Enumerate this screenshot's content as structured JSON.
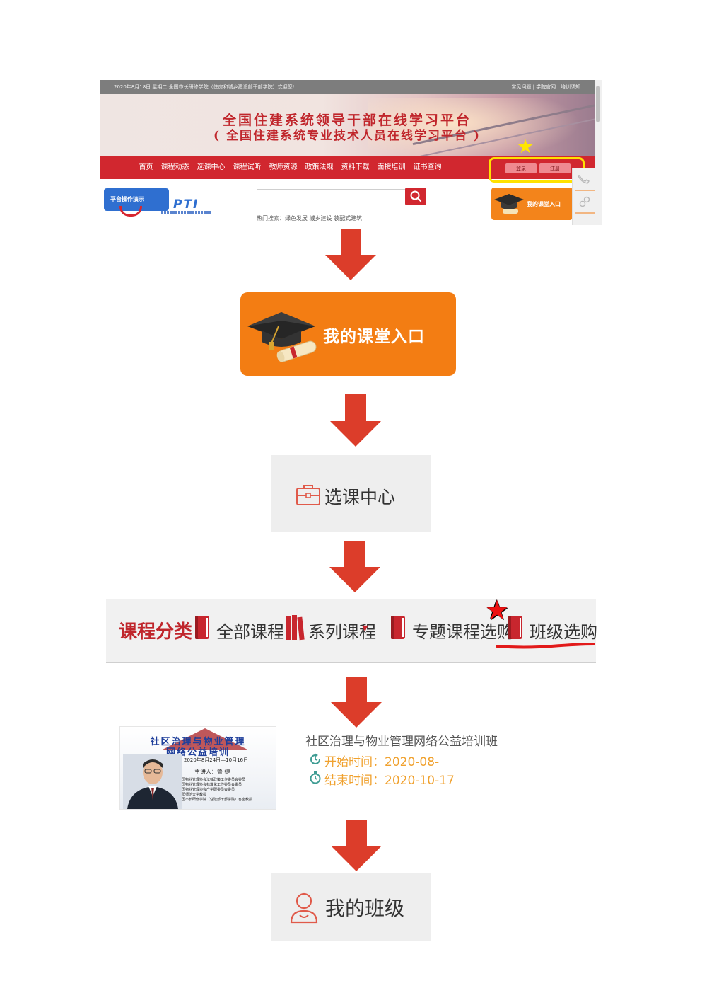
{
  "site": {
    "topbar": {
      "left_text": "2020年8月18日 星期二 全国市长研修学院（住房和城乡建设部干部学院）欢迎您!",
      "right_text": "常见问题 | 学院官网 | 培训须知"
    },
    "banner": {
      "title_line1": "全国住建系统领导干部在线学习平台",
      "title_line2": "( 全国住建系统专业技术人员在线学习平台 )"
    },
    "nav": {
      "items": [
        "首页",
        "课程动态",
        "选课中心",
        "课程试听",
        "教师资源",
        "政策法规",
        "资料下载",
        "面授培训",
        "证书查询"
      ],
      "login_label": "登录",
      "register_label": "注册"
    },
    "demo_button_label": "平台操作演示",
    "logo_text": "PTI",
    "search": {
      "placeholder": "",
      "hot_search": "热门搜索：绿色发展  城乡建设  装配式建筑"
    },
    "classroom_small_label": "我的课堂入口"
  },
  "classroom_entry_label": "我的课堂入口",
  "course_center_label": "选课中心",
  "category_bar": {
    "title": "课程分类",
    "items": [
      {
        "label": "全部课程"
      },
      {
        "label": "系列课程",
        "dropdown": "▼"
      },
      {
        "label": "专题课程选购"
      },
      {
        "label": "班级选购"
      }
    ]
  },
  "class_card": {
    "image": {
      "title_line1": "社区治理与物业管理",
      "title_line2": "网络公益培训",
      "date_range": "2020年8月24日—10月16日",
      "speaker": "主讲人：鲁 捷",
      "credentials": "中国物业管理协会法律政策工作委员会委员\n中国物业管理协会标准化工作委员会委员\n中国物业管理协会产学研委员会委员\n沈阳师范大学教授\n全国市长研修学院（住建部干部学院）客座教授"
    },
    "name": "社区治理与物业管理网络公益培训班",
    "start_label": "开始时间：",
    "start_value": "2020-08-",
    "end_label": "结束时间：",
    "end_value": "2020-10-17"
  },
  "my_class_label": "我的班级",
  "colors": {
    "nav_red": "#d1272f",
    "orange": "#f37d13",
    "arrow_red": "#dc3d2a",
    "highlight_yellow": "#ffe100",
    "time_orange": "#f0a12e"
  }
}
